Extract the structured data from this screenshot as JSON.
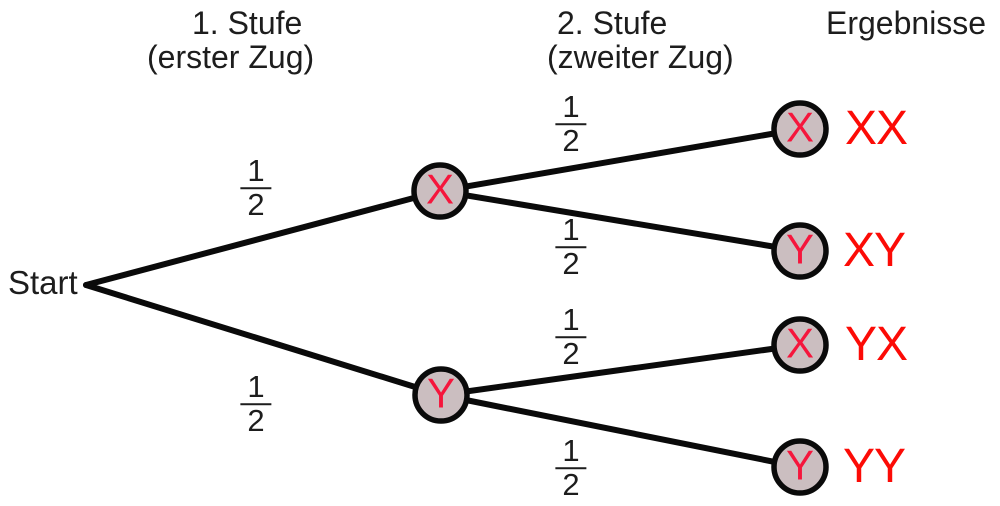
{
  "headers": {
    "stage1_line1": "1. Stufe",
    "stage1_line2": "(erster Zug)",
    "stage2_line1": "2. Stufe",
    "stage2_line2": "(zweiter Zug)",
    "results": "Ergebnisse"
  },
  "start": {
    "label": "Start"
  },
  "nodes": {
    "stage1": [
      {
        "id": "x1",
        "label": "X"
      },
      {
        "id": "y1",
        "label": "Y"
      }
    ],
    "stage2": [
      {
        "id": "xx",
        "label": "X",
        "result": "XX"
      },
      {
        "id": "xy",
        "label": "Y",
        "result": "XY"
      },
      {
        "id": "yx",
        "label": "X",
        "result": "YX"
      },
      {
        "id": "yy",
        "label": "Y",
        "result": "YY"
      }
    ]
  },
  "branches": [
    {
      "from": "Start",
      "to": "X",
      "numerator": "1",
      "denominator": "2"
    },
    {
      "from": "Start",
      "to": "Y",
      "numerator": "1",
      "denominator": "2"
    },
    {
      "from": "X",
      "to": "X",
      "numerator": "1",
      "denominator": "2"
    },
    {
      "from": "X",
      "to": "Y",
      "numerator": "1",
      "denominator": "2"
    },
    {
      "from": "Y",
      "to": "X",
      "numerator": "1",
      "denominator": "2"
    },
    {
      "from": "Y",
      "to": "Y",
      "numerator": "1",
      "denominator": "2"
    }
  ],
  "colors": {
    "line": "#0a0a0a",
    "node_fill": "#cbbec0",
    "node_stroke": "#0a0a0a",
    "node_letter": "#f5163c",
    "result": "#fc0b06",
    "text": "#1d1d1d",
    "background": "#ffffff"
  }
}
